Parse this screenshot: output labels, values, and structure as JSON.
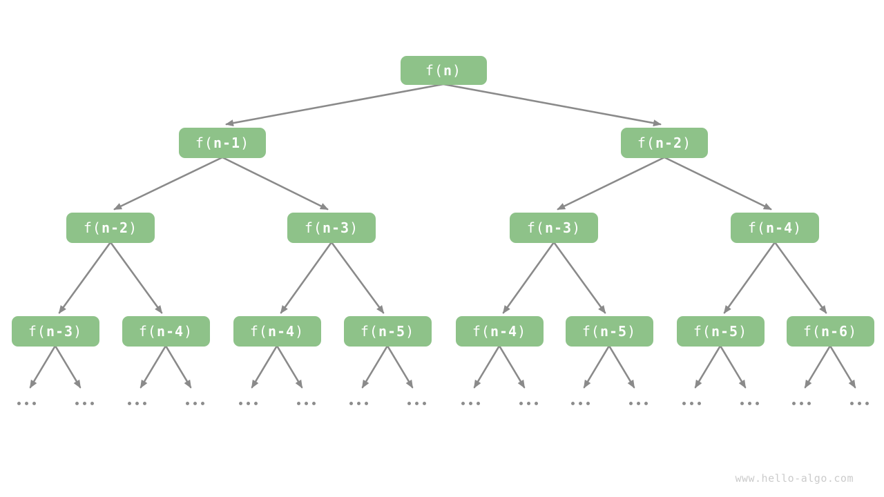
{
  "tree": {
    "levels": [
      [
        "f(n)"
      ],
      [
        "f(n-1)",
        "f(n-2)"
      ],
      [
        "f(n-2)",
        "f(n-3)",
        "f(n-3)",
        "f(n-4)"
      ],
      [
        "f(n-3)",
        "f(n-4)",
        "f(n-4)",
        "f(n-5)",
        "f(n-4)",
        "f(n-5)",
        "f(n-5)",
        "f(n-6)"
      ]
    ],
    "ellipsis": "..."
  },
  "watermark": {
    "text": "www.hello-algo.com"
  },
  "colors": {
    "node_fill": "#8EC289",
    "node_text": "#FFFFFF",
    "arrow": "#8A8A8A",
    "dot": "#8C8C8C",
    "watermark": "#CBCBCB"
  }
}
